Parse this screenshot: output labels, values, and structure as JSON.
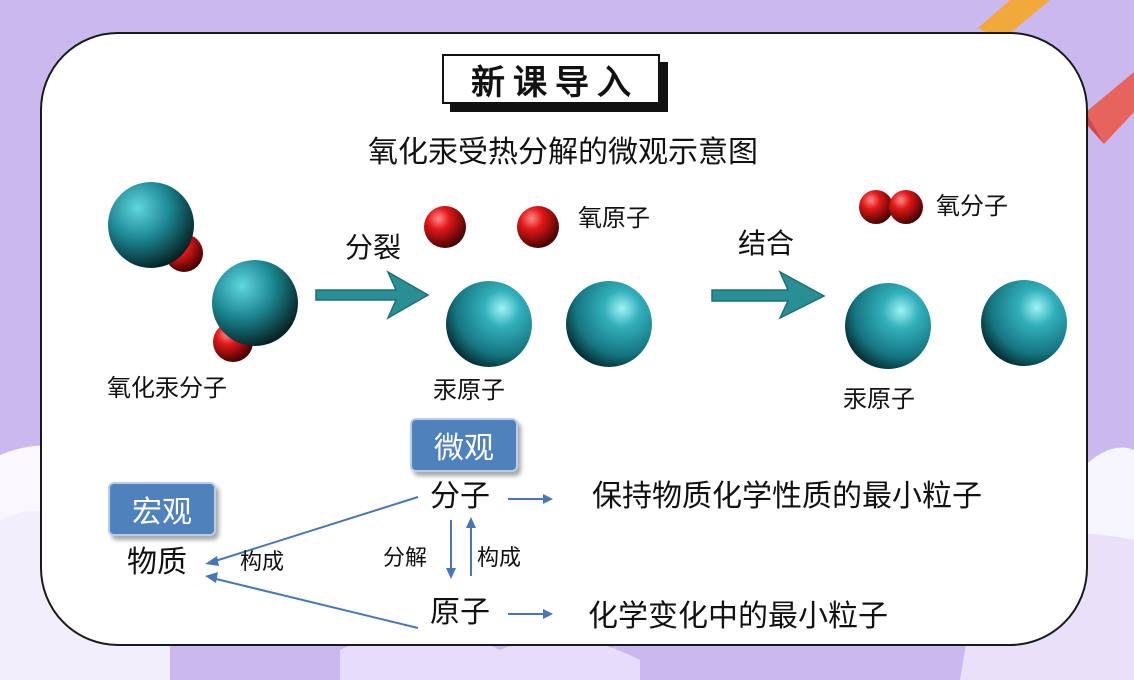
{
  "slide": {
    "title": "新课导入",
    "subtitle": "氧化汞受热分解的微观示意图"
  },
  "molecule_labels": {
    "mercury_oxide_molecule": "氧化汞分子",
    "oxygen_atom": "氧原子",
    "mercury_atom_middle": "汞原子",
    "oxygen_molecule": "氧分子",
    "mercury_atom_right": "汞原子"
  },
  "process": {
    "split": "分裂",
    "combine": "结合"
  },
  "concept_map": {
    "micro_badge": "微观",
    "macro_badge": "宏观",
    "molecule": "分子",
    "atom": "原子",
    "matter": "物质",
    "constitute_left": "构成",
    "decompose": "分解",
    "constitute_right": "构成",
    "molecule_definition": "保持物质化学性质的最小粒子",
    "atom_definition": "化学变化中的最小粒子"
  },
  "colors": {
    "mercury_atom": "#1f8a96",
    "oxygen_atom": "#d81a1a",
    "arrow_fill": "#2a8f95",
    "concept_arrow": "#4a76b5",
    "badge": "#4f81bd",
    "background": "#cbb8ef"
  }
}
